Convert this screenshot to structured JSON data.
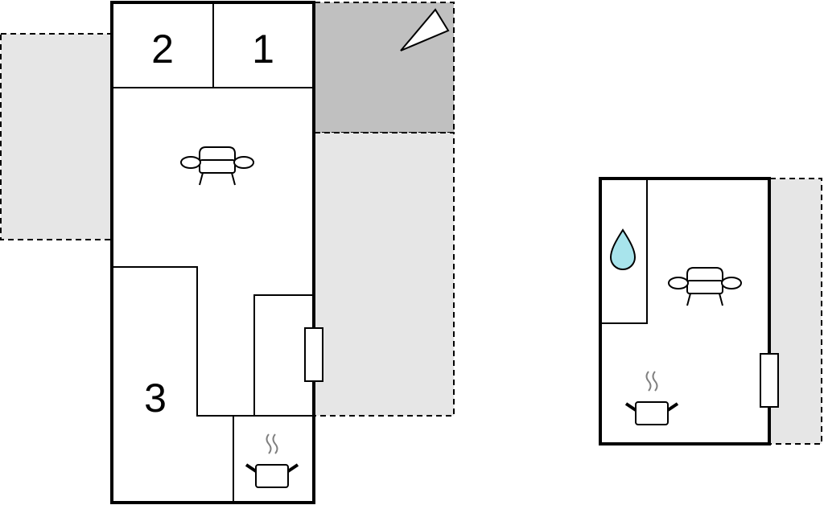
{
  "plan": {
    "rooms": [
      {
        "label": "2"
      },
      {
        "label": "1"
      },
      {
        "label": "3"
      }
    ],
    "icons": [
      "sofa-icon",
      "cooking-pot-icon",
      "water-drop-icon",
      "radiator-icon",
      "compass-arrow-icon"
    ]
  },
  "colors": {
    "outdoor_light": "#e6e6e6",
    "outdoor_dark": "#c0c0c0",
    "water": "#a8e4ec",
    "steam": "#808080",
    "walls": "#000000"
  }
}
